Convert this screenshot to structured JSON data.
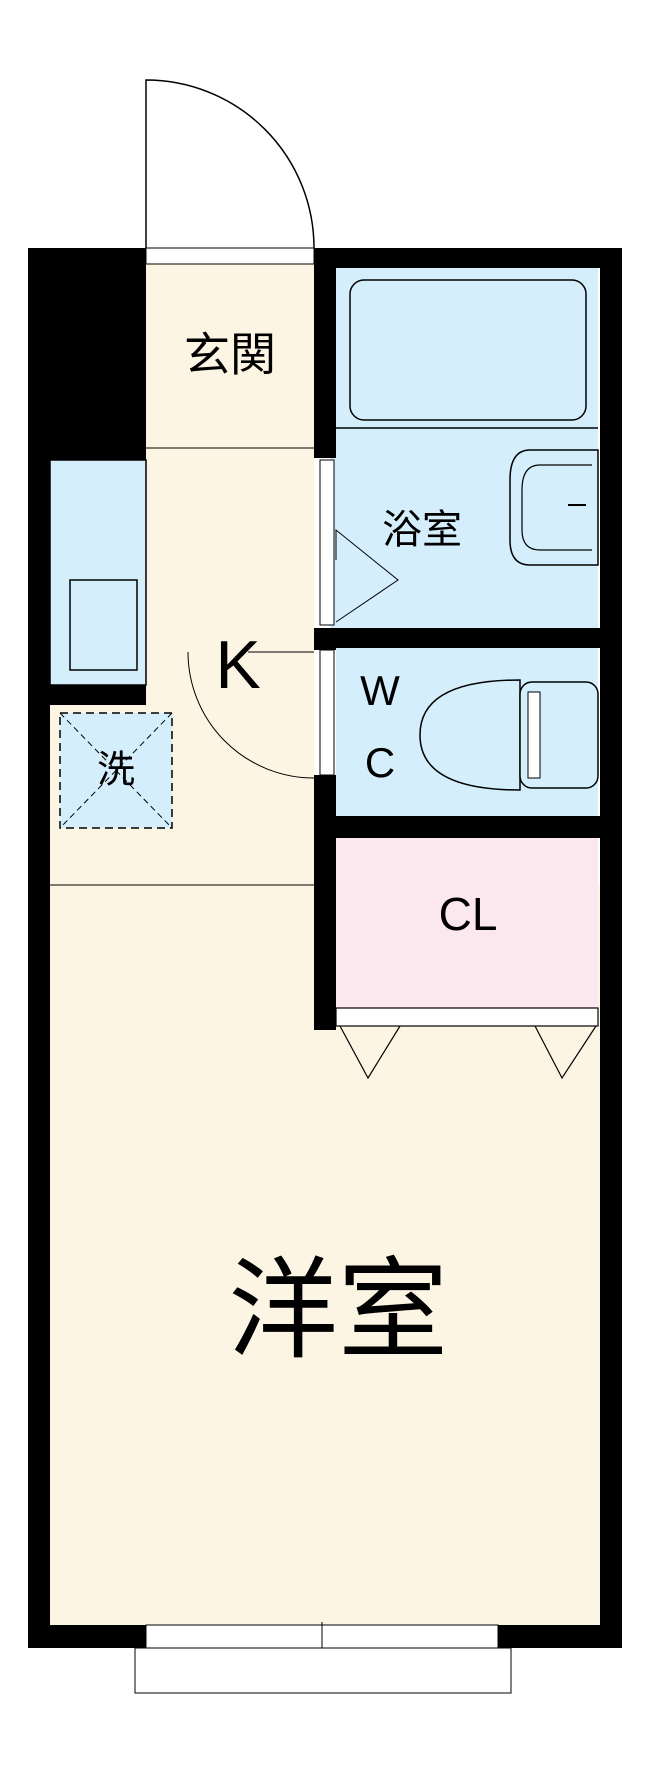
{
  "floorplan": {
    "rooms": {
      "entrance": "玄関",
      "bath": "浴室",
      "kitchen": "K",
      "washer": "洗",
      "toilet_w": "W",
      "toilet_c": "C",
      "closet": "CL",
      "western_room": "洋室"
    },
    "colors": {
      "floor": "#fdf5e4",
      "wet_area": "#d4eefb",
      "closet": "#fbe8ef",
      "wall": "#000000"
    }
  }
}
